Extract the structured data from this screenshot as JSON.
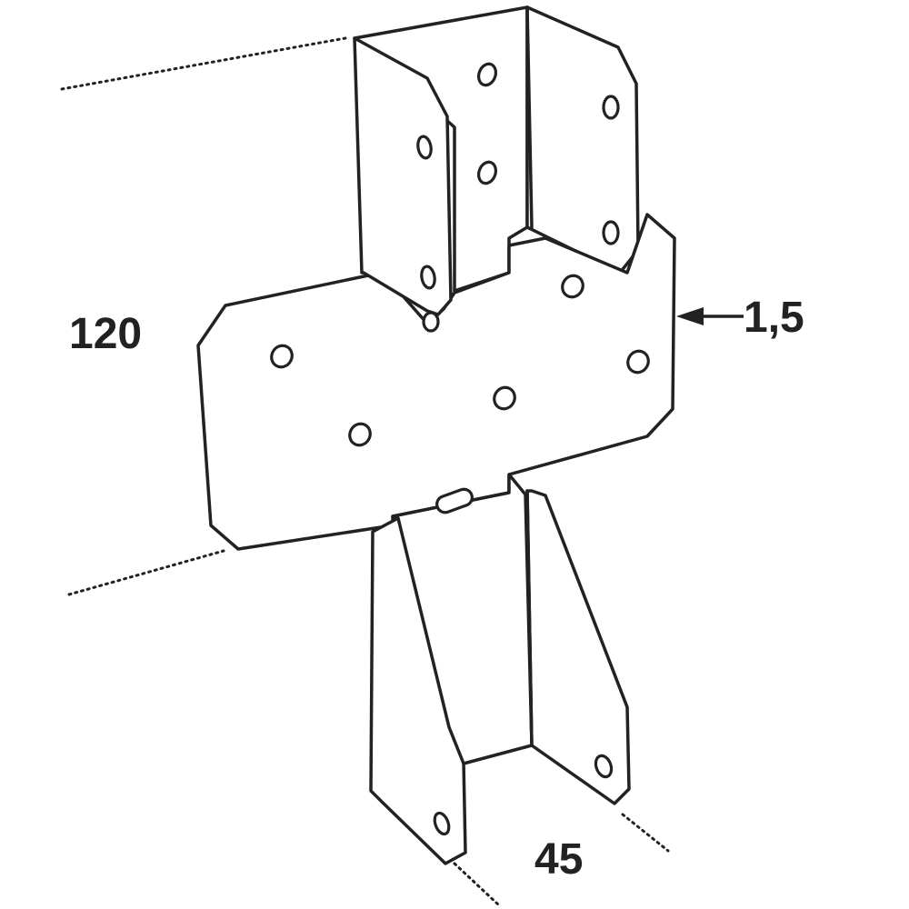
{
  "dimensions": {
    "height": "120",
    "thickness": "1,5",
    "width": "45"
  },
  "colors": {
    "line": "#222222",
    "background": "#ffffff"
  }
}
